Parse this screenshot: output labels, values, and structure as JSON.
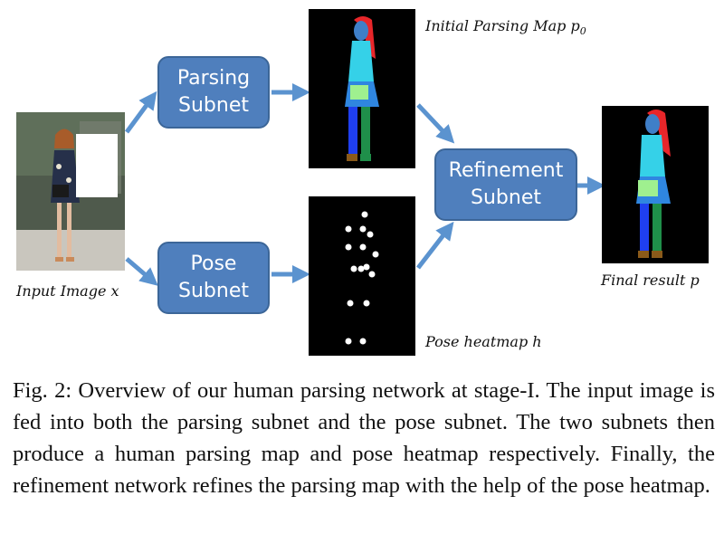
{
  "nodes": {
    "parsing_subnet": [
      "Parsing",
      "Subnet"
    ],
    "pose_subnet": [
      "Pose",
      "Subnet"
    ],
    "refinement_subnet": [
      "Refinement",
      "Subnet"
    ]
  },
  "labels": {
    "input_image": "Input Image x",
    "initial_map": "Initial Parsing Map p",
    "initial_map_sub": "0",
    "pose_heatmap": "Pose heatmap h",
    "final_result": "Final result p"
  },
  "caption": "Fig. 2: Overview of our human parsing network at stage-I. The input image is fed into both the parsing subnet and the pose subnet. The two subnets then produce a human parsing map and pose heatmap respectively. Finally, the refinement network refines the parsing map with the help of the pose heatmap.",
  "colors": {
    "box": "#4f7fbd",
    "arrow": "#5b93cf",
    "hair": "#e8262a",
    "face": "#3f7fc8",
    "upper": "#35d1e8",
    "dress": "#2f86e0",
    "bag": "#9ff08f",
    "leftleg": "#1f3ff0",
    "rightleg": "#1f8f4a",
    "shoe": "#8a5a1a"
  }
}
